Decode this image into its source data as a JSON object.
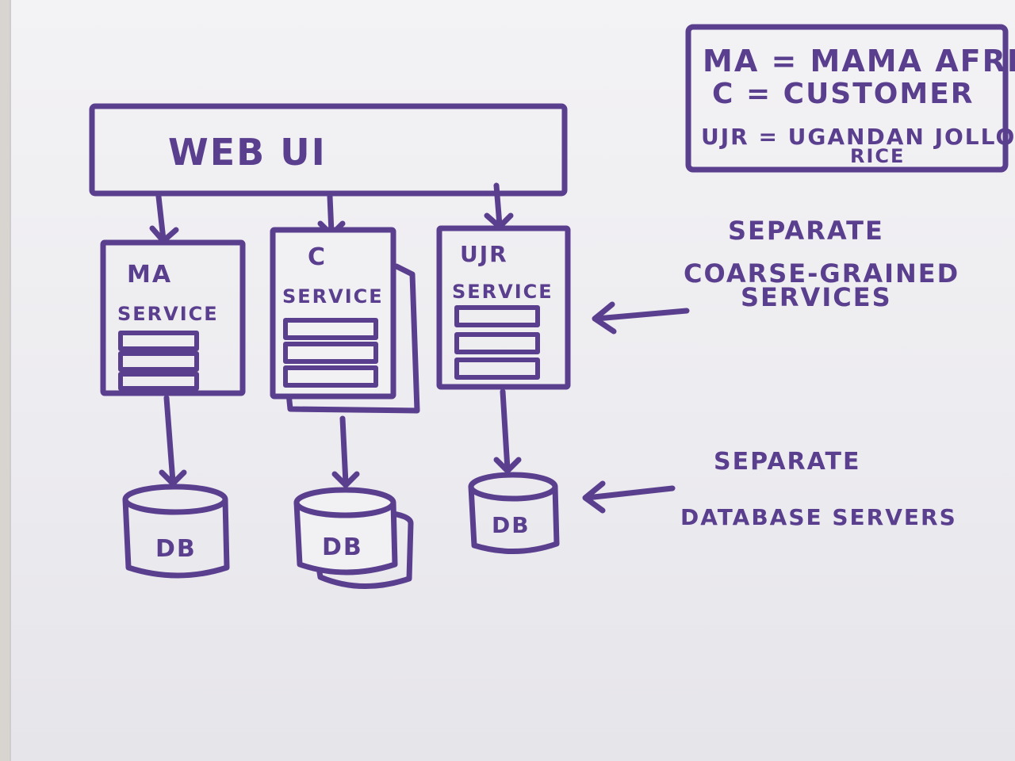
{
  "web_ui": {
    "label": "WEB UI"
  },
  "services": [
    {
      "line1": "MA",
      "line2": "SERVICE"
    },
    {
      "line1": "C",
      "line2": "SERVICE"
    },
    {
      "line1": "UJR",
      "line2": "SERVICE"
    }
  ],
  "databases": [
    {
      "label": "DB"
    },
    {
      "label": "DB"
    },
    {
      "label": "DB"
    }
  ],
  "legend": {
    "line1": "MA = MAMA AFRICA",
    "line2": "C = CUSTOMER",
    "line3a": "UJR = UGANDAN JOLLOF",
    "line3b": "RICE"
  },
  "notes": {
    "services_line1": "SEPARATE",
    "services_line2": "COARSE-GRAINED",
    "services_line3": "SERVICES",
    "db_line1": "SEPARATE",
    "db_line2": "DATABASE SERVERS"
  },
  "ink_color": "#5b3f8f"
}
